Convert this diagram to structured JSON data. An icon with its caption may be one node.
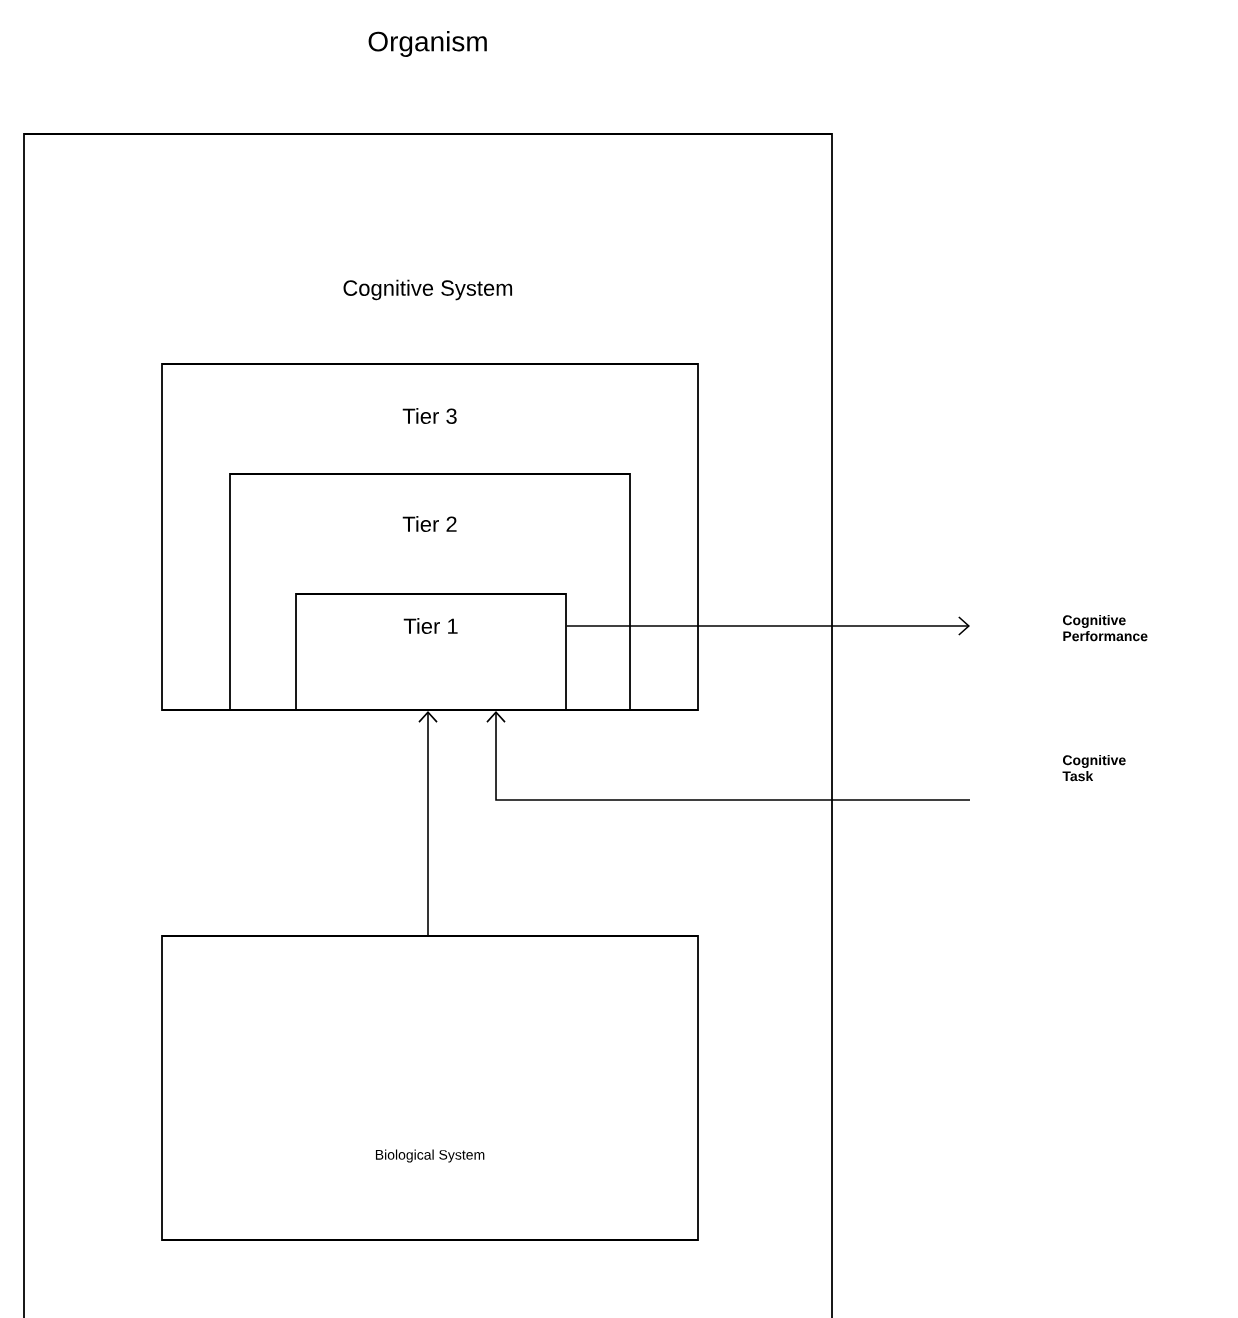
{
  "diagram": {
    "nodes": [
      {
        "text": [
          "Organism"
        ]
      },
      {
        "text": [
          "Tier 3"
        ],
        "in": 0
      },
      {
        "text": [
          "Tier 2"
        ],
        "in": 1
      },
      {
        "text": [
          "Tier 1"
        ],
        "in": 2
      },
      {
        "text": [
          "Biological System"
        ],
        "in": 0
      },
      {
        "text": [
          "Cognitive Performance"
        ]
      },
      {
        "text": [
          "Cognitive Task"
        ]
      }
    ],
    "edges": [
      {
        "from": 3,
        "to": 5,
        "arrow": "to"
      },
      {
        "from": 6,
        "to": 3,
        "arrow": "to"
      },
      {
        "from": 4,
        "to": 3,
        "arrow": "to"
      }
    ],
    "labels": [
      "Cognitive System"
    ]
  }
}
